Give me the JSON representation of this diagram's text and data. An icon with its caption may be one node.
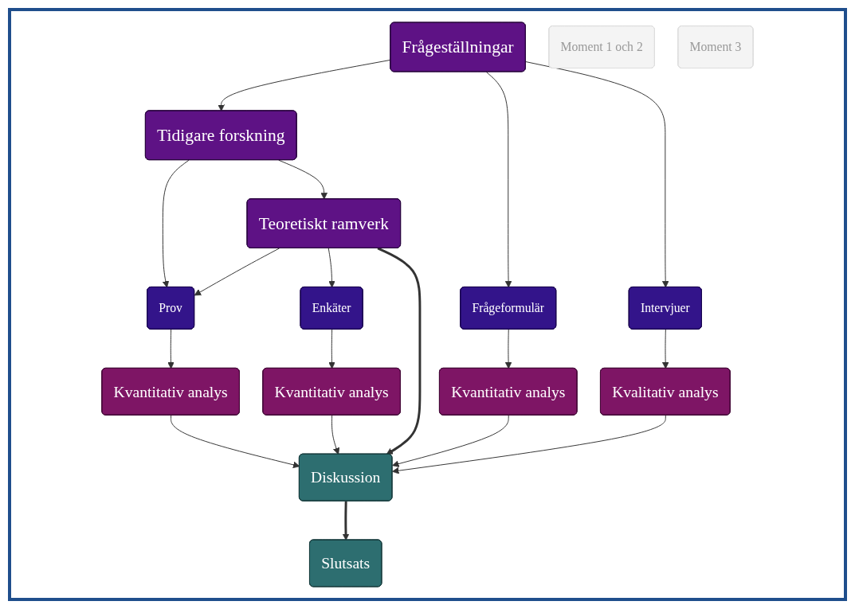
{
  "diagram": {
    "nodes": [
      {
        "text": [
          "Frågeställningar"
        ]
      },
      {
        "text": [
          "Moment 1 och 2"
        ]
      },
      {
        "text": [
          "Tidigare forskning"
        ]
      },
      {
        "text": [
          "Moment 3"
        ]
      },
      {
        "text": [
          "Teoretiskt ramverk"
        ]
      },
      {
        "text": [
          "Prov"
        ]
      },
      {
        "text": [
          "Enkäter"
        ]
      },
      {
        "text": [
          "Frågeformulär"
        ]
      },
      {
        "text": [
          "Intervjuer"
        ]
      },
      {
        "text": [
          "Kvantitativ analys"
        ]
      },
      {
        "text": [
          "Kvantitativ analys"
        ]
      },
      {
        "text": [
          "Kvantitativ analys"
        ]
      },
      {
        "text": [
          "Kvalitativ analys"
        ]
      },
      {
        "text": [
          "Diskussion"
        ]
      },
      {
        "text": [
          "Slutsats"
        ]
      }
    ],
    "edges": [
      {
        "from": 0,
        "to": 2,
        "arrow": "to"
      },
      {
        "from": 0,
        "to": 7,
        "arrow": "to"
      },
      {
        "from": 0,
        "to": 8,
        "arrow": "to"
      },
      {
        "from": 2,
        "to": 5,
        "arrow": "to"
      },
      {
        "from": 2,
        "to": 4,
        "arrow": "to"
      },
      {
        "from": 4,
        "to": 5,
        "arrow": "to"
      },
      {
        "from": 4,
        "to": 6,
        "arrow": "to"
      },
      {
        "from": 5,
        "to": 9,
        "arrow": "to"
      },
      {
        "from": 6,
        "to": 10,
        "arrow": "to"
      },
      {
        "from": 7,
        "to": 11,
        "arrow": "to"
      },
      {
        "from": 8,
        "to": 12,
        "arrow": "to"
      },
      {
        "from": 9,
        "to": 13,
        "arrow": "to"
      },
      {
        "from": 10,
        "to": 13,
        "arrow": "to"
      },
      {
        "from": 4,
        "to": 13,
        "arrow": "to",
        "style": "thick"
      },
      {
        "from": 11,
        "to": 13,
        "arrow": "to"
      },
      {
        "from": 12,
        "to": 13,
        "arrow": "to"
      },
      {
        "from": 13,
        "to": 14,
        "arrow": "to",
        "style": "thick"
      }
    ]
  }
}
